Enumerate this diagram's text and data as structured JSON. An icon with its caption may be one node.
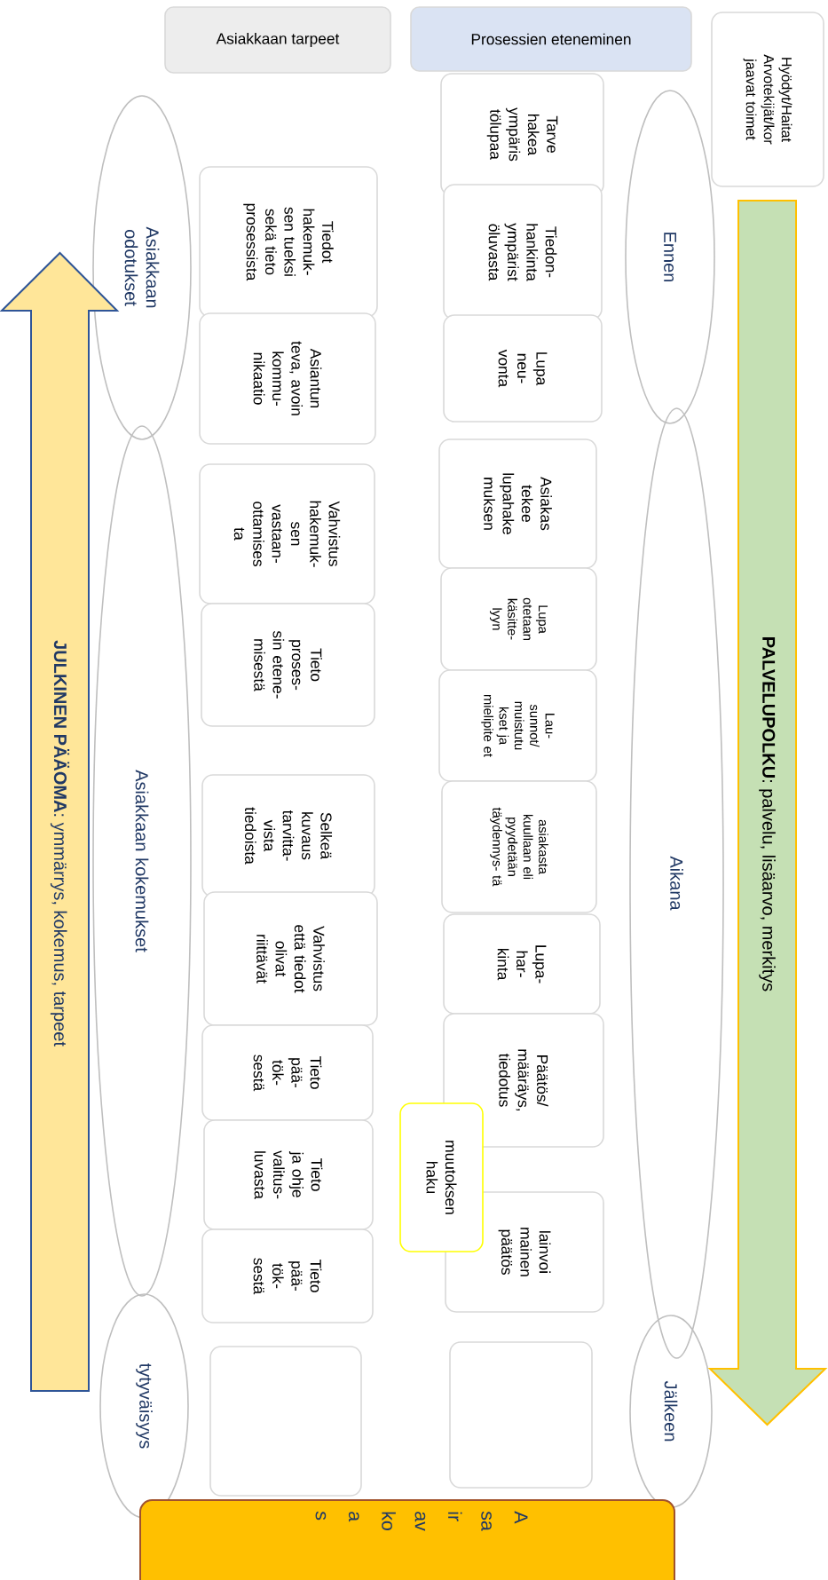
{
  "diagram": {
    "nodes": [
      {
        "text": [
          "Asiakkaan tarpeet"
        ]
      },
      {
        "text": [
          "Prosessien eteneminen"
        ]
      },
      {
        "text": [
          "Hyödyt/Haitat Arvotekijät/kor jaavat toimet"
        ]
      },
      {
        "text": [
          "**PALVELUPOLKU**: palvelu, lisäarvo, merkitys"
        ]
      },
      {
        "text": [
          "Ennen"
        ]
      },
      {
        "text": [
          "Aikana"
        ]
      },
      {
        "text": [
          "Jälkeen"
        ]
      },
      {
        "text": [
          "Tarve hakea ympäris tölupaa"
        ]
      },
      {
        "text": [
          "Tiedon- hankinta ympärist öluvasta"
        ]
      },
      {
        "text": [
          "Lupa neu- vonta"
        ]
      },
      {
        "text": [
          "Asiakas tekee lupahake muksen"
        ]
      },
      {
        "text": [
          "Lupa otetaan käsitte- lyyn"
        ]
      },
      {
        "text": [
          "Lau- sunnot/ muistutu kset ja mielipite et"
        ]
      },
      {
        "text": [
          "asiakasta kuullaan eli pyydetään täydennys- tä"
        ]
      },
      {
        "text": [
          "Lupa- har- kinta"
        ]
      },
      {
        "text": [
          "Päätös/ määräys, tiedotus"
        ]
      },
      {
        "text": [
          "muutoksen haku"
        ]
      },
      {
        "text": [
          "lainvoi mainen päätös"
        ]
      },
      {
        "text": [],
        "shape": "box"
      },
      {
        "text": [
          "Tiedot hakemuk- sen tueksi sekä tieto prosessista"
        ]
      },
      {
        "text": [
          "Asiantun teva, avoin kommu- nikaatio"
        ]
      },
      {
        "text": [
          "Vahvistus hakemuk- sen vastaan- ottamises ta"
        ]
      },
      {
        "text": [
          "Tieto proses- sin etene- misestä"
        ]
      },
      {
        "text": [
          "Selkeä kuvaus tarvitta- vista tiedoista"
        ]
      },
      {
        "text": [
          "Vahvistus että tiedot olivat riittävät"
        ]
      },
      {
        "text": [
          "Tieto pää- tök- sestä"
        ]
      },
      {
        "text": [
          "Tieto ja ohje valitus- luvasta"
        ]
      },
      {
        "text": [
          "Tieto pää- tök- sestä"
        ]
      },
      {
        "text": [],
        "shape": "box"
      },
      {
        "text": [
          "Asiakkaan odotukset"
        ]
      },
      {
        "text": [
          "Asiakkaan kokemukset"
        ]
      },
      {
        "text": [
          "tytyväisyys"
        ]
      },
      {
        "text": [
          "**JULKINEN PÄÄOMA**: ymmärrys, kokemus, tarpeet"
        ]
      },
      {
        "text": [
          "A sa ir av ko a s"
        ]
      }
    ]
  }
}
